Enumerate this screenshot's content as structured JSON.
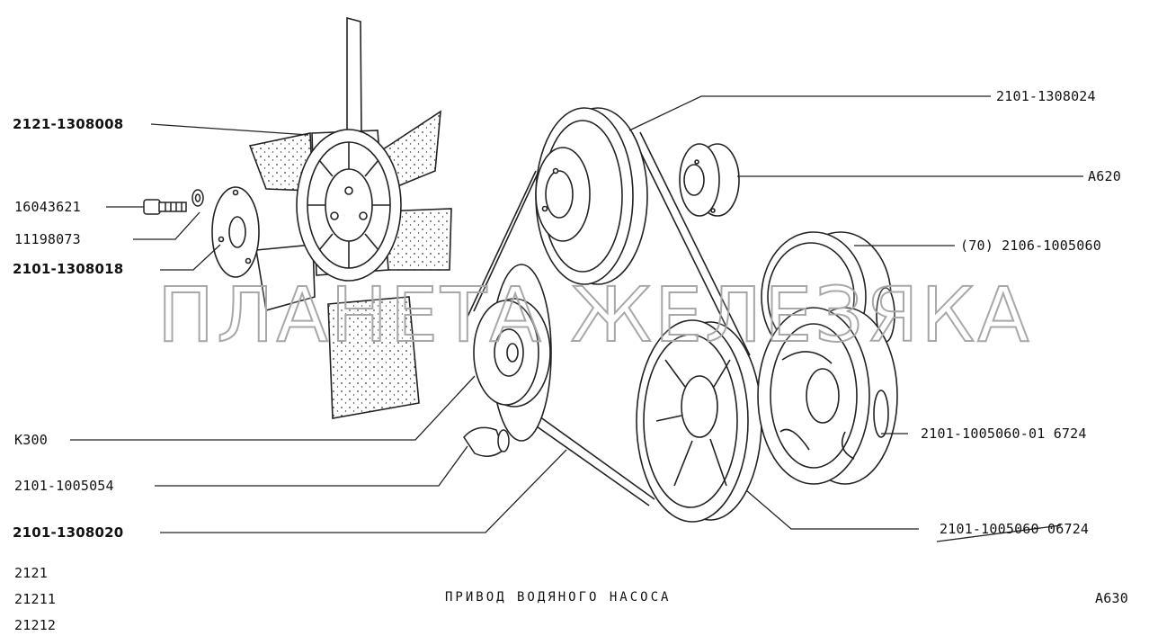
{
  "labels": {
    "fan": "2121-1308008",
    "bolt": "16043621",
    "washer": "11198073",
    "fan_spacer": "2101-1308018",
    "pump_pulley": "2101-1308024",
    "a620": "A620",
    "crank_pulley_70": "(70) 2106-1005060",
    "k300": "K300",
    "crank_pulley_01": "2101-1005060-01 6724",
    "sprocket": "2101-1005054",
    "crank_pulley_struck": "2101-1005060 06724",
    "belt": "2101-1308020"
  },
  "models": [
    "2121",
    "21211",
    "21212"
  ],
  "caption": "ПРИВОД ВОДЯНОГО НАСОСА",
  "page_code": "A630",
  "watermark": "ПЛАНЕТА ЖЕЛЕЗЯКА"
}
